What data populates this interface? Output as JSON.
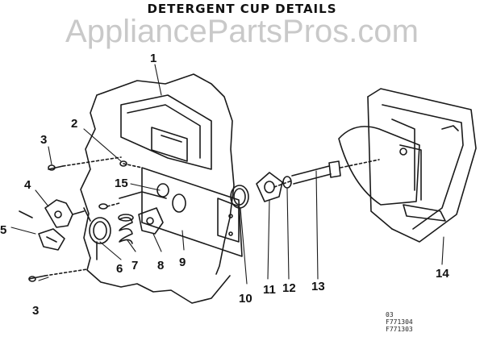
{
  "title": "DETERGENT CUP DETAILS",
  "watermark": "AppliancePartsPros.com",
  "callouts": {
    "c1": "1",
    "c2": "2",
    "c3_upper": "3",
    "c3_lower": "3",
    "c4": "4",
    "c5": "5",
    "c6": "6",
    "c7": "7",
    "c8": "8",
    "c9": "9",
    "c10": "10",
    "c11": "11",
    "c12": "12",
    "c13": "13",
    "c14": "14",
    "c15": "15"
  },
  "codes": {
    "line1": "03",
    "line2": "F771304",
    "line3": "F771303"
  }
}
